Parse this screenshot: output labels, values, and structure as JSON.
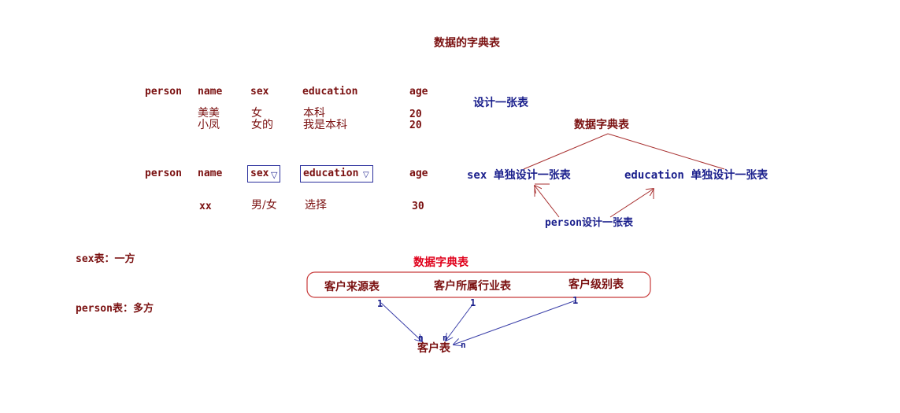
{
  "title": "数据的字典表",
  "table1": {
    "headers": [
      "person",
      "name",
      "sex",
      "education",
      "age"
    ],
    "rows": [
      [
        "",
        "美美",
        "女",
        "本科",
        "20"
      ],
      [
        "",
        "小凤",
        "女的",
        "我是本科",
        "20"
      ]
    ]
  },
  "table2": {
    "headers": [
      "person",
      "name",
      "sex",
      "education",
      "age"
    ],
    "dropdown_marker": "▽",
    "row": [
      "",
      "xx",
      "男/女",
      "选择",
      "30"
    ]
  },
  "design": {
    "heading": "设计一张表",
    "root": "数据字典表",
    "left": "sex 单独设计一张表",
    "right": "education 单独设计一张表",
    "bottom": "person设计一张表",
    "colors": {
      "text": "#1a1f8c",
      "root": "#7a1010",
      "lines": "#a83030"
    }
  },
  "notes": {
    "one_side": "sex表：一方",
    "many_side": "person表：多方"
  },
  "dictionary": {
    "title": "数据字典表",
    "tables": [
      "客户来源表",
      "客户所属行业表",
      "客户级别表"
    ],
    "target": "客户表",
    "one_label": "1",
    "many_label": "n",
    "colors": {
      "title": "#e0001b",
      "box": "#c83a3a",
      "arrows": "#3a3fa8"
    }
  }
}
